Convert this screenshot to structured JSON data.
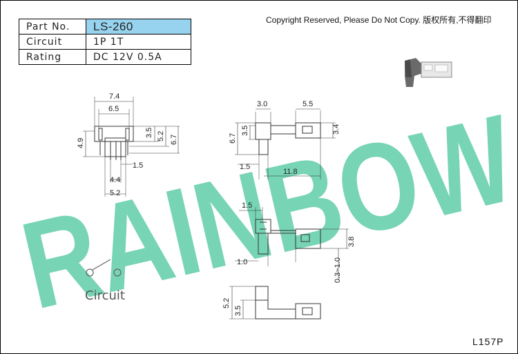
{
  "spec_table": {
    "part_no_label": "Part No.",
    "part_no_value": "LS-260",
    "circuit_label": "Circuit",
    "circuit_value": "1P 1T",
    "rating_label": "Rating",
    "rating_value": "DC 12V 0.5A"
  },
  "copyright": "Copyright Reserved, Please Do Not Copy. 版权所有,不得翻印",
  "watermark": "RAINBOW",
  "circuit_symbol_label": "Circuit",
  "model_code": "L157P",
  "dimensions": {
    "front_width_outer": "7.4",
    "front_width_inner": "6.5",
    "front_height_total": "4.9",
    "front_height_a": "3.5",
    "front_height_b": "5.2",
    "front_height_c": "6.7",
    "front_offset": "1.5",
    "front_pin_span": "4.4",
    "front_base_width": "5.2",
    "side_top": "3.0",
    "side_connector_width": "5.5",
    "side_left_a": "3.5",
    "side_left_b": "6.7",
    "side_right": "3.4",
    "side_offset": "1.5",
    "side_total": "11.8",
    "top_offset": "1.5",
    "top_right": "3.8",
    "top_bottom_left": "1.0",
    "top_range": "0.3~1.0",
    "bottom_a": "5.2",
    "bottom_b": "3.5"
  },
  "colors": {
    "watermark": "#5fcca7",
    "part_no_highlight": "#97d3ee"
  }
}
